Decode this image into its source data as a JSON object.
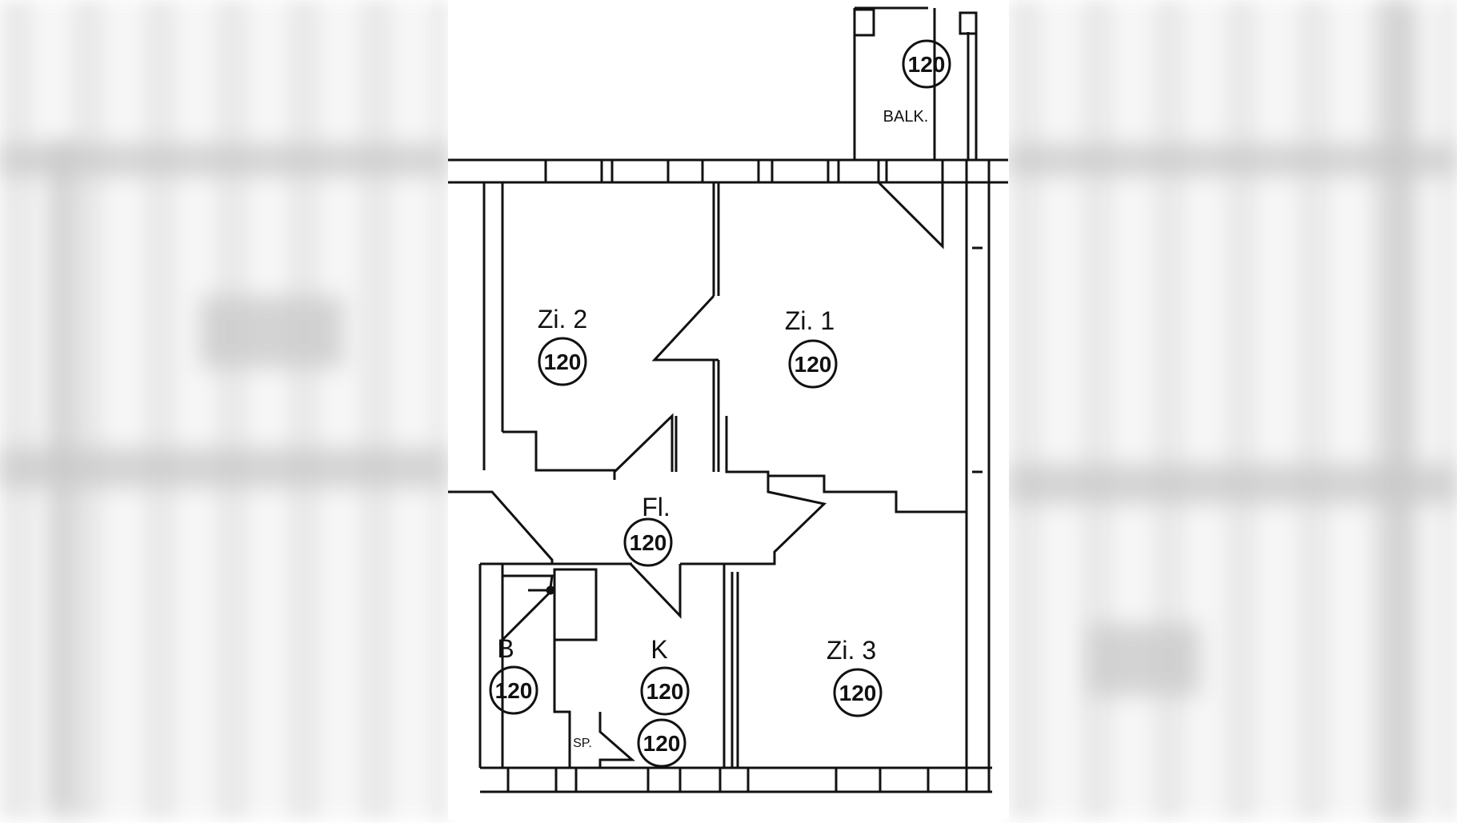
{
  "plan": {
    "balcony": {
      "label": "BALK.",
      "number": "120"
    },
    "zi2": {
      "label": "Zi. 2",
      "number": "120"
    },
    "zi1": {
      "label": "Zi. 1",
      "number": "120"
    },
    "flur": {
      "label": "Fl.",
      "number": "120"
    },
    "bad": {
      "label": "B",
      "number": "120"
    },
    "kueche": {
      "label": "K",
      "number": "120"
    },
    "speisekammer": {
      "label": "SP.",
      "number": "120"
    },
    "zi3": {
      "label": "Zi. 3",
      "number": "120"
    }
  }
}
